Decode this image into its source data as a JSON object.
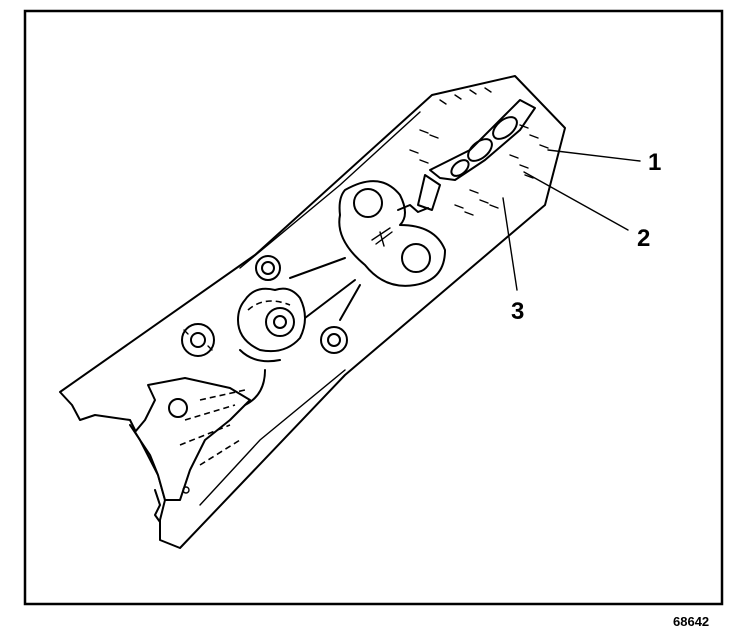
{
  "figure": {
    "callouts": [
      {
        "id": "1",
        "label": "1"
      },
      {
        "id": "2",
        "label": "2"
      },
      {
        "id": "3",
        "label": "3"
      }
    ],
    "figure_number": "68642"
  }
}
